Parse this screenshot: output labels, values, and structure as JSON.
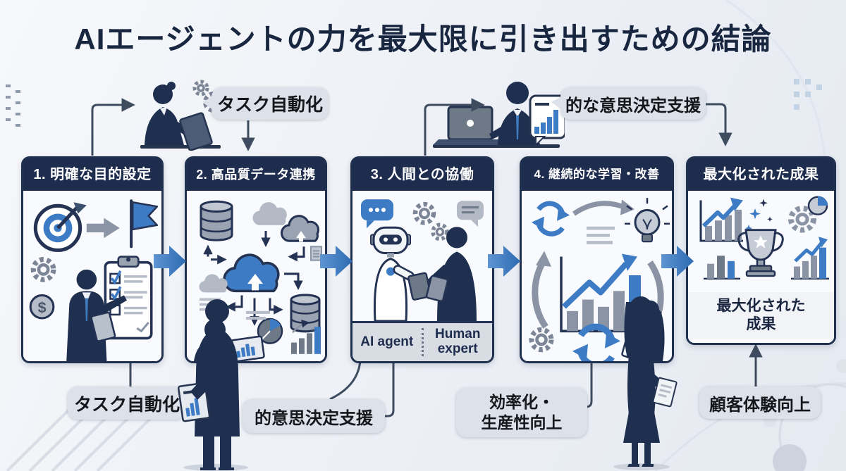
{
  "title": "AIエージェントの力を最大限に引き出すための結論",
  "steps": [
    {
      "header": "1. 明確な目的設定"
    },
    {
      "header": "2. 高品質データ連携"
    },
    {
      "header": "3. 人間との協働",
      "footer": {
        "left": "AI agent",
        "right": "Human expert"
      }
    },
    {
      "header": "4. 継続的な学習・改善"
    },
    {
      "header": "最大化された成果",
      "caption": {
        "line1": "最大化された",
        "line2": "成果"
      }
    }
  ],
  "callouts": {
    "task_automation_top": "タスク自動化",
    "decision_support_top": "的な意思決定支援",
    "task_automation_bottom": "タスク自動化",
    "decision_support_bottom": "的意思決定支援",
    "efficiency_line1": "効率化・",
    "efficiency_line2": "生産性向上",
    "customer_experience": "顧客体験向上"
  },
  "icons": {
    "dollar_sign": "$"
  },
  "colors": {
    "accent_blue": "#3d7cc4",
    "navy_header": "#1e2c4e",
    "bubble_gray": "#dde1e9",
    "title_color": "#18263f"
  }
}
